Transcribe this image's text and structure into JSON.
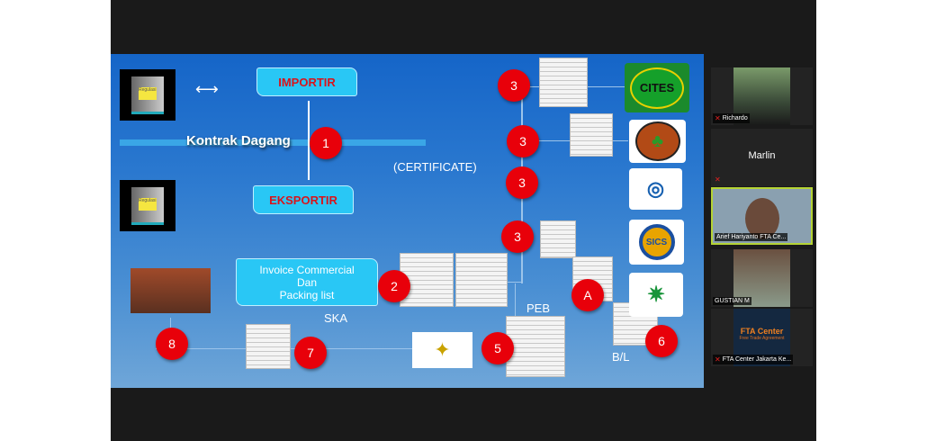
{
  "slide": {
    "importir": "IMPORTIR",
    "eksportir": "EKSPORTIR",
    "kontrak": "Kontrak Dagang",
    "certificate": "(CERTIFICATE)",
    "invoice": [
      "Invoice  Commercial",
      "Dan",
      "Packing list"
    ],
    "ska": "SKA",
    "peb": "PEB",
    "bl": "B/L",
    "steps": {
      "s1": "1",
      "s2": "2",
      "s3": "3",
      "s5": "5",
      "s6": "6",
      "s7": "7",
      "s8": "8",
      "sA": "A"
    },
    "logos": {
      "cites": "CITES",
      "sics": "SICS",
      "binder": "Regulasi"
    }
  },
  "participants": [
    {
      "name": "Richardo",
      "muted": true
    },
    {
      "name": "Marlin",
      "muted": true
    },
    {
      "name": "Arief Hariyanto FTA Ce...",
      "muted": false,
      "active": true
    },
    {
      "name": "GUSTIAN M",
      "muted": false
    },
    {
      "name": "FTA Center Jakarta Ke...",
      "muted": true,
      "logo_title": "FTA Center",
      "logo_sub": "Free Trade Agreement"
    }
  ],
  "colors": {
    "accent_red": "#e8000a",
    "box": "#29c7f5",
    "active_border": "#b5d334"
  }
}
